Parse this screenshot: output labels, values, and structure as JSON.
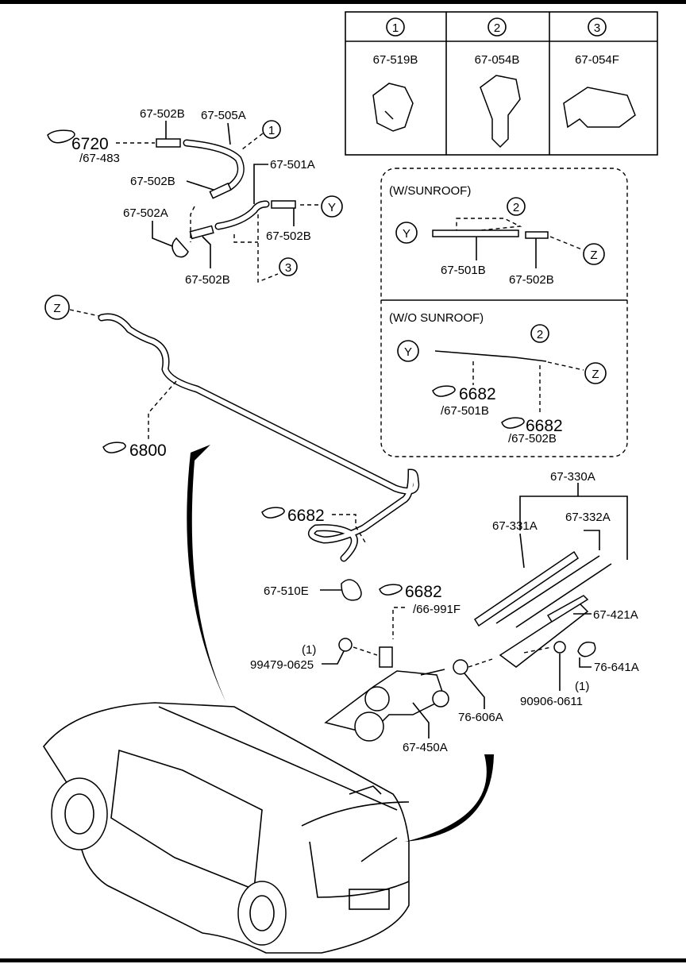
{
  "clip_table": {
    "columns": [
      {
        "ref": "1",
        "part": "67-519B"
      },
      {
        "ref": "2",
        "part": "67-054B"
      },
      {
        "ref": "3",
        "part": "67-054F"
      }
    ]
  },
  "hose_assembly": {
    "ref_6720": "6720",
    "ref_6720_sub": "/67-483",
    "joint_top": "67-502B",
    "hose_upper": "67-505A",
    "clip_ref_1": "1",
    "hose_lower": "67-501A",
    "joint_mid": "67-502B",
    "connector_y": "Y",
    "elbow": "67-502A",
    "joint_right": "67-502B",
    "joint_bottom": "67-502B",
    "clip_ref_3": "3"
  },
  "sunroof_box": {
    "with_title": "(W/SUNROOF)",
    "with": {
      "clip_ref": "2",
      "y": "Y",
      "z": "Z",
      "hose": "67-501B",
      "joint": "67-502B"
    },
    "without_title": "(W/O SUNROOF)",
    "without": {
      "clip_ref": "2",
      "y": "Y",
      "z": "Z",
      "ref1": "6682",
      "ref1_sub": "/67-501B",
      "ref2": "6682",
      "ref2_sub": "/67-502B"
    }
  },
  "main": {
    "connector_z": "Z",
    "ref_6800": "6800",
    "ref_6682_a": "6682",
    "blade_assy": "67-330A",
    "blade": "67-331A",
    "rubber": "67-332A",
    "nozzle": "67-510E",
    "ref_6682_b": "6682",
    "ref_6682_b_sub": "/66-991F",
    "arm": "67-421A",
    "bolt_qty": "(1)",
    "bolt": "99479-0625",
    "cap": "76-641A",
    "nut_qty": "(1)",
    "nut": "90906-0611",
    "seal": "76-606A",
    "motor": "67-450A"
  }
}
